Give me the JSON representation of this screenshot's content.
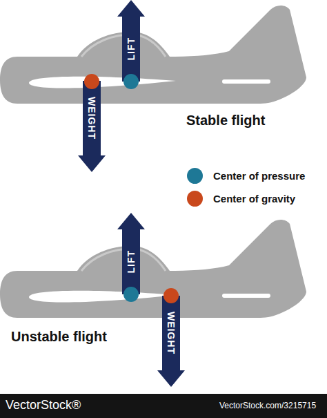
{
  "diagram": {
    "nodes": [
      {
        "text": [
          "LIFT"
        ]
      },
      {
        "text": [
          "WEIGHT"
        ]
      },
      {
        "text": [
          "LIFT"
        ]
      },
      {
        "text": [
          "WEIGHT"
        ]
      }
    ],
    "labels": [
      "Stable flight",
      "Unstable flight",
      "VectorStock®",
      "VectorStock.com/3215715"
    ],
    "legend": [
      {
        "text": "Center of pressure",
        "color": "#1e7896"
      },
      {
        "text": "Center of gravity",
        "color": "#c9481c"
      }
    ]
  }
}
